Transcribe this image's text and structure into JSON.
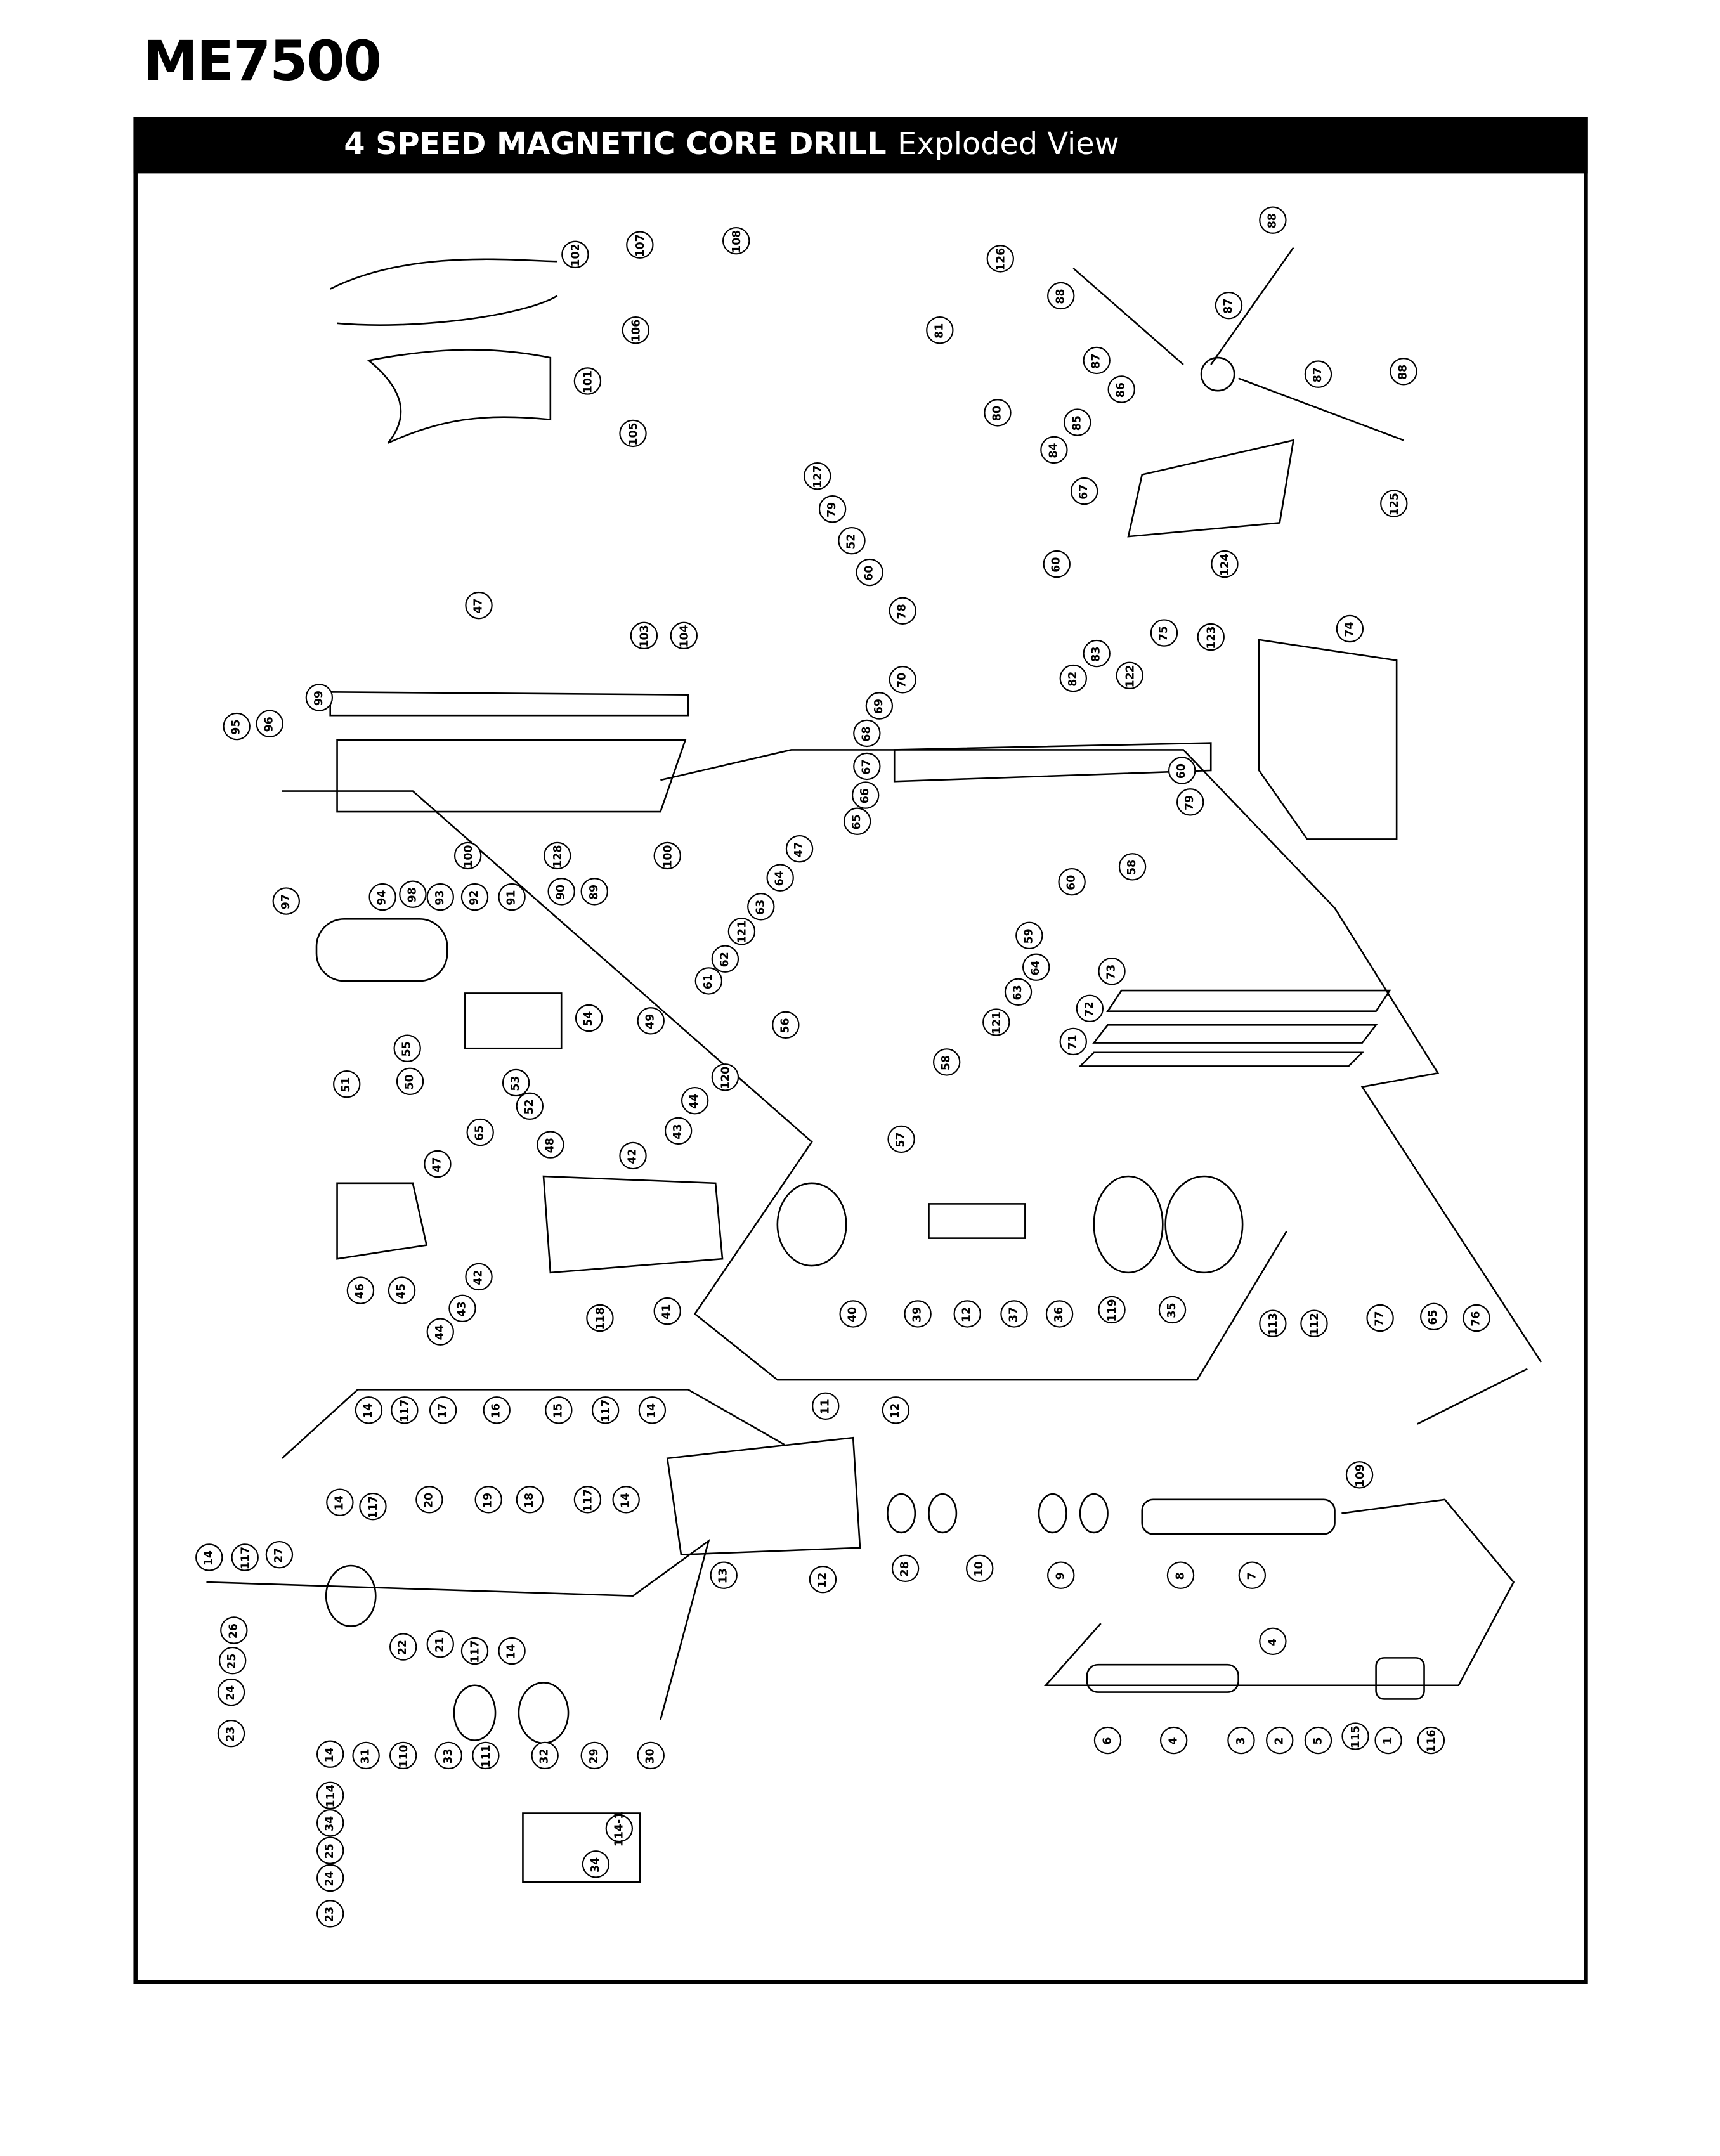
{
  "model": "ME7500",
  "header": {
    "bold": "4  SPEED MAGNETIC CORE DRILL",
    "regular": "Exploded View"
  },
  "callouts": [
    "102",
    "101",
    "107",
    "108",
    "106",
    "105",
    "103",
    "104",
    "47",
    "99",
    "95",
    "96",
    "97",
    "98",
    "100",
    "128",
    "100",
    "94",
    "93",
    "92",
    "91",
    "90",
    "89",
    "55",
    "54",
    "53",
    "52",
    "51",
    "50",
    "49",
    "44",
    "43",
    "42",
    "120",
    "65",
    "48",
    "47",
    "46",
    "45",
    "42",
    "43",
    "44",
    "118",
    "41",
    "40",
    "39",
    "12",
    "37",
    "36",
    "119",
    "35",
    "81",
    "80",
    "127",
    "79",
    "52",
    "60",
    "78",
    "70",
    "69",
    "68",
    "126",
    "88",
    "87",
    "88",
    "87",
    "86",
    "87",
    "88",
    "85",
    "84",
    "67",
    "60",
    "83",
    "82",
    "122",
    "124",
    "125",
    "75",
    "123",
    "74",
    "67",
    "66",
    "65",
    "47",
    "64",
    "63",
    "121",
    "62",
    "61",
    "60",
    "59",
    "64",
    "63",
    "121",
    "60",
    "79",
    "58",
    "56",
    "58",
    "57",
    "73",
    "72",
    "71",
    "14",
    "117",
    "17",
    "16",
    "15",
    "117",
    "14",
    "11",
    "12",
    "14",
    "117",
    "20",
    "19",
    "18",
    "117",
    "14",
    "14",
    "117",
    "27",
    "26",
    "25",
    "24",
    "23",
    "22",
    "21",
    "117",
    "14",
    "13",
    "12",
    "28",
    "10",
    "9",
    "8",
    "7",
    "14",
    "31",
    "110",
    "33",
    "111",
    "32",
    "29",
    "30",
    "114",
    "34",
    "25",
    "24",
    "23",
    "114-1",
    "34",
    "6",
    "4",
    "3",
    "2",
    "5",
    "115",
    "1",
    "116",
    "4",
    "113",
    "112",
    "77",
    "65",
    "76",
    "109"
  ]
}
